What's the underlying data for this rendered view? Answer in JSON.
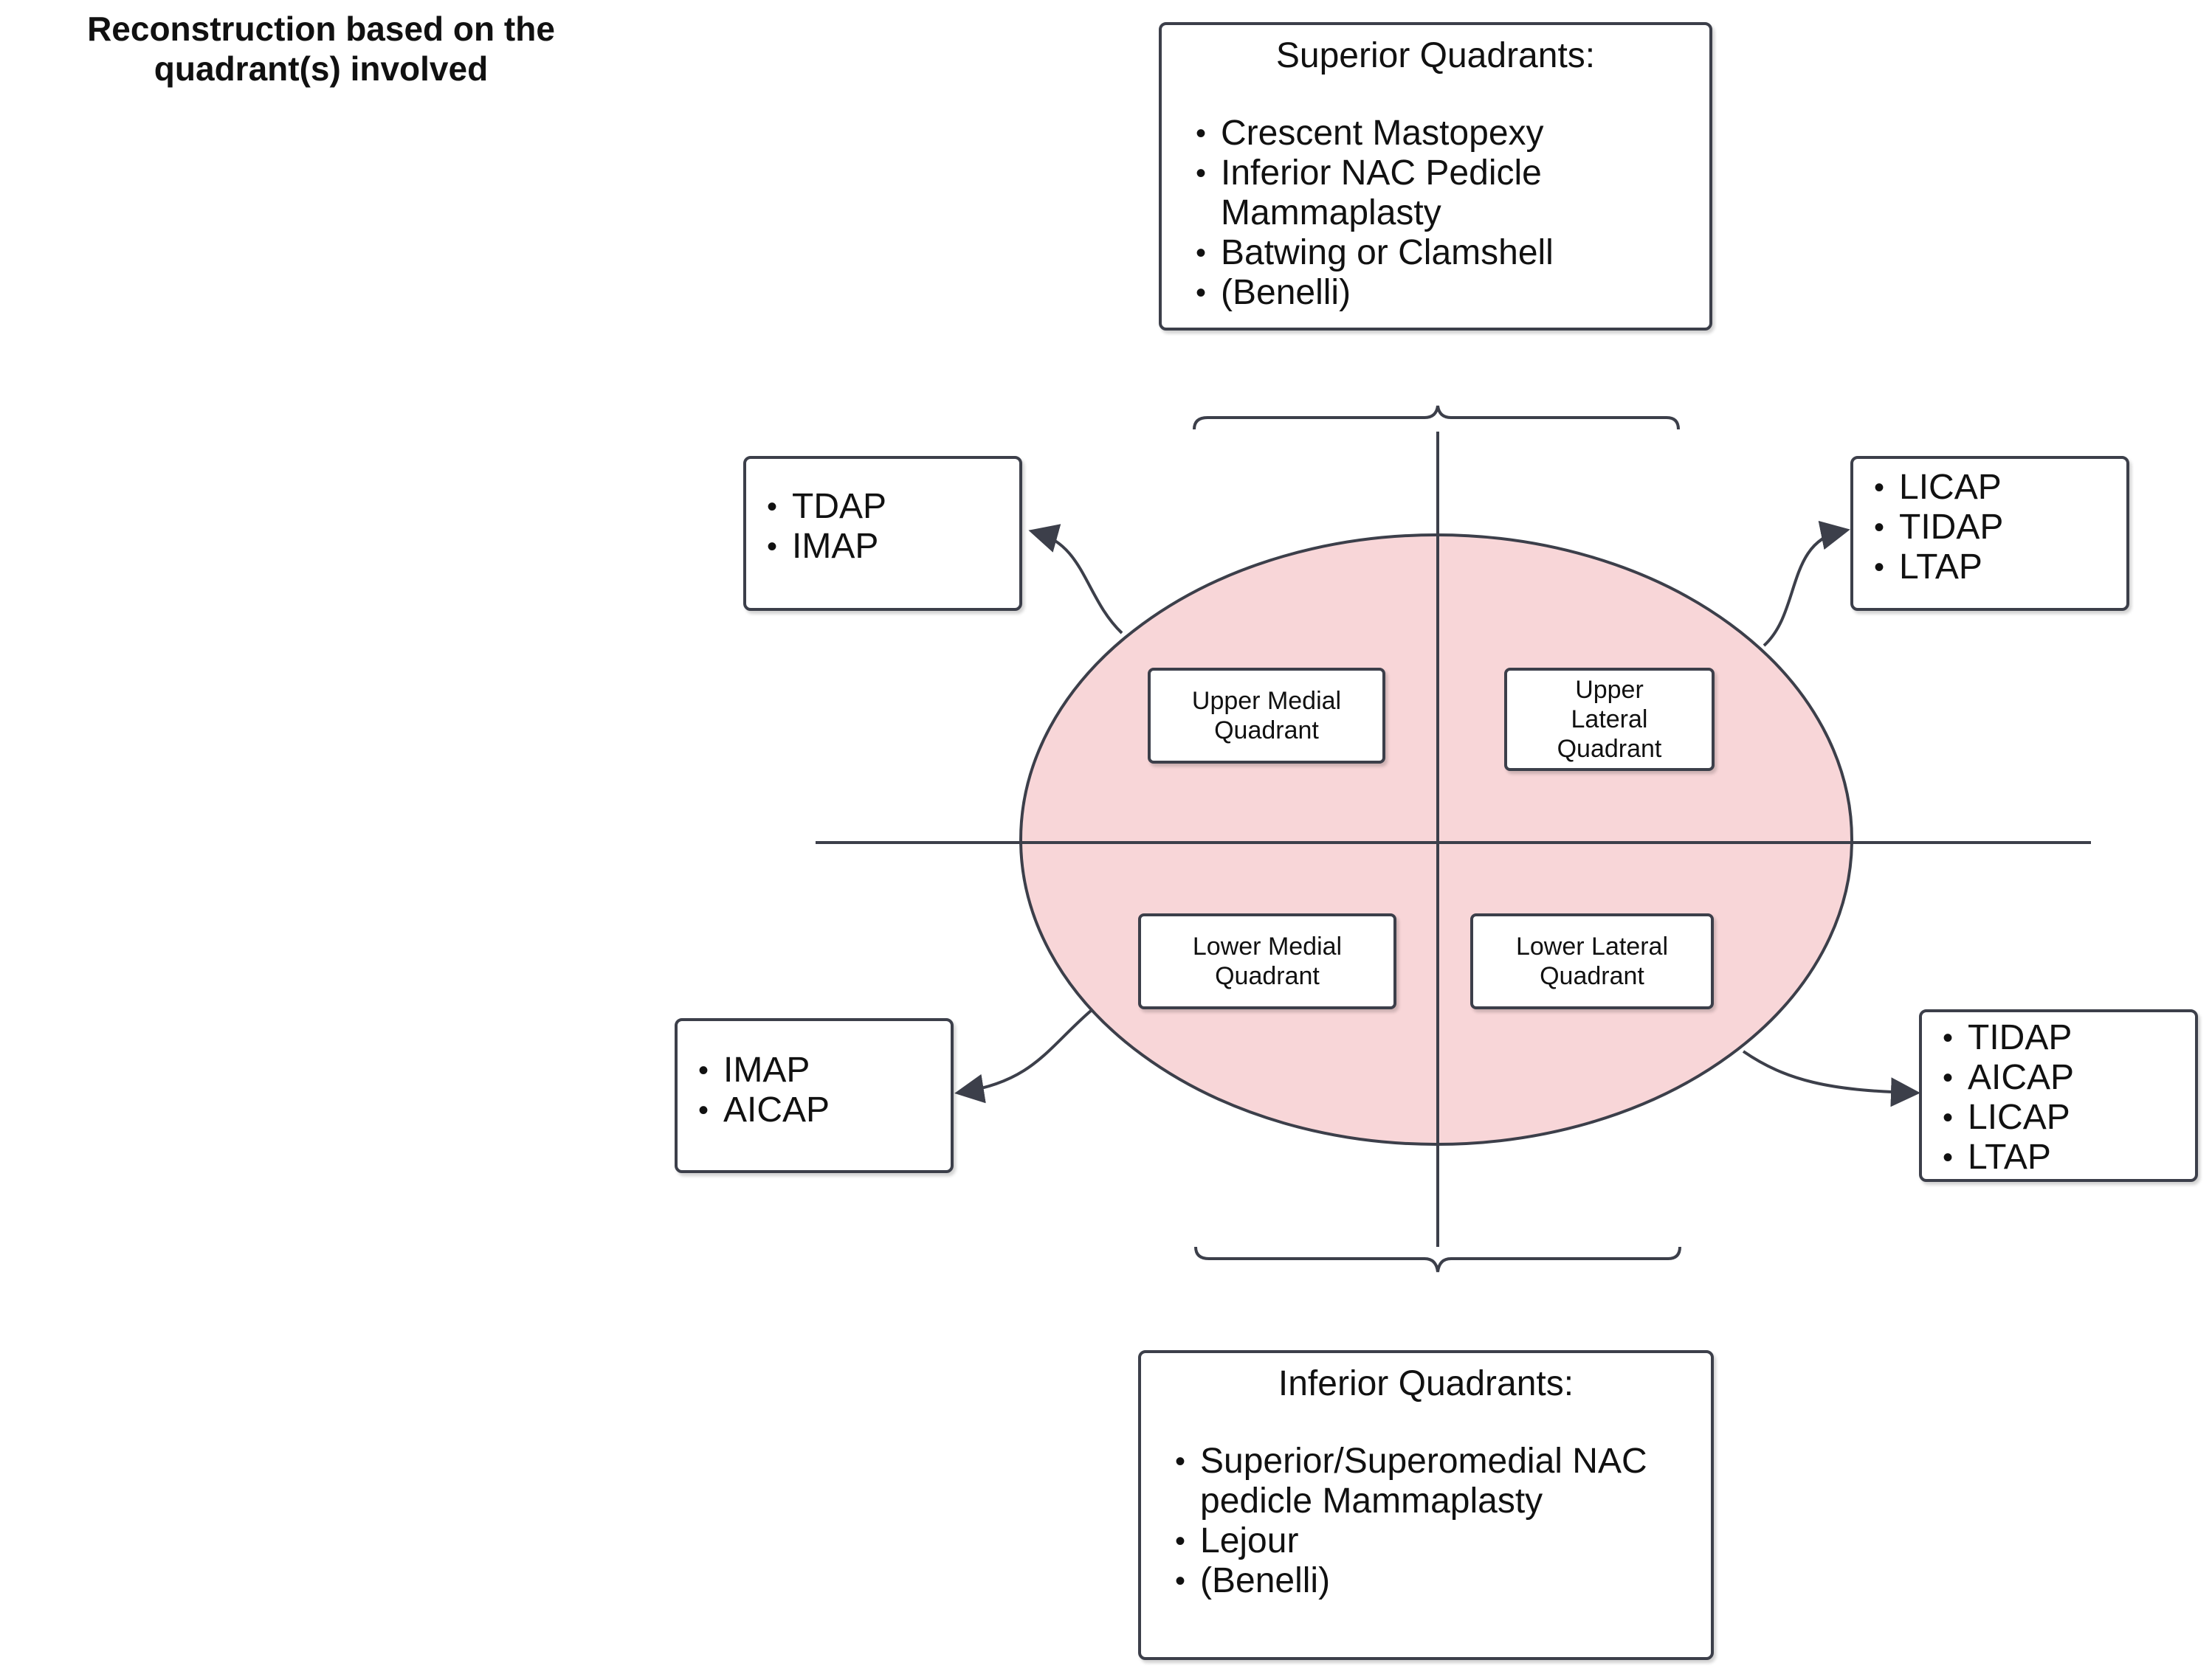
{
  "title": "Reconstruction based on the\nquadrant(s) involved",
  "superior_box": {
    "heading": "Superior Quadrants:",
    "items": [
      "Crescent Mastopexy",
      "Inferior NAC Pedicle Mammaplasty",
      "Batwing or Clamshell",
      "(Benelli)"
    ]
  },
  "inferior_box": {
    "heading": "Inferior Quadrants:",
    "items": [
      "Superior/Superomedial NAC pedicle Mammaplasty",
      "Lejour",
      "(Benelli)"
    ]
  },
  "quadrants": {
    "upper_medial": "Upper Medial\nQuadrant",
    "upper_lateral": "Upper\nLateral\nQuadrant",
    "lower_medial": "Lower Medial\nQuadrant",
    "lower_lateral": "Lower Lateral\nQuadrant"
  },
  "flaps": {
    "upper_medial": [
      "TDAP",
      "IMAP"
    ],
    "upper_lateral": [
      "LICAP",
      "TIDAP",
      "LTAP"
    ],
    "lower_medial": [
      "IMAP",
      "AICAP"
    ],
    "lower_lateral": [
      "TIDAP",
      "AICAP",
      "LICAP",
      "LTAP"
    ]
  },
  "colors": {
    "breast_fill": "#f8d6d8",
    "line": "#3c3f4a"
  }
}
